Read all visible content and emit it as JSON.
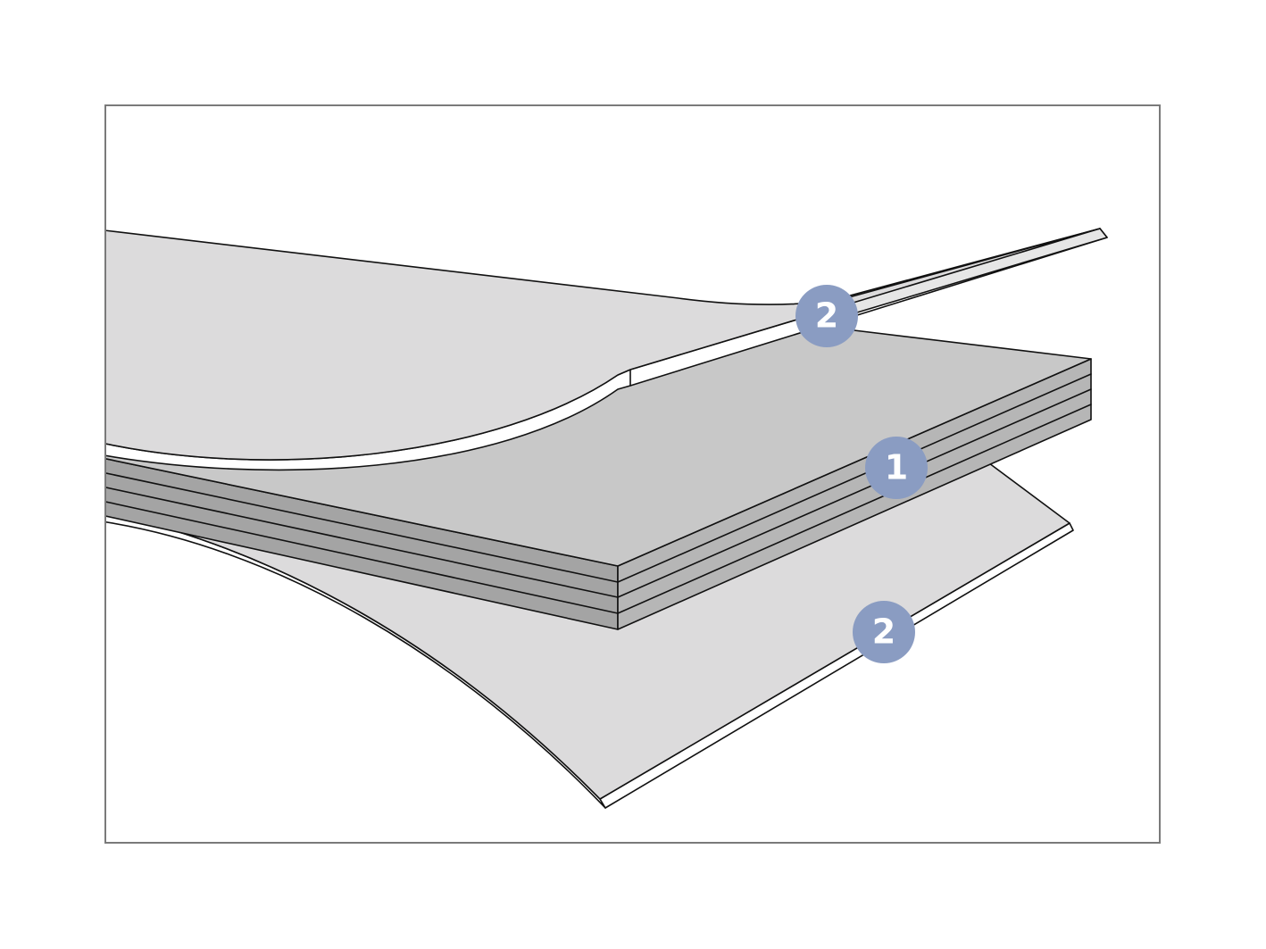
{
  "colors": {
    "sheet_fill": "#dcdbdc",
    "core_top": "#c8c8c8",
    "core_front": "#a4a4a4",
    "core_side": "#b6b6b6",
    "edge_fill": "#ffffff",
    "badge": "#8a9cc2",
    "frame": "#7a7a7a"
  },
  "callouts": {
    "top_sheet": {
      "label": "2",
      "icon": "numbered-callout"
    },
    "core_stack": {
      "label": "1",
      "icon": "numbered-callout"
    },
    "bottom_sheet": {
      "label": "2",
      "icon": "numbered-callout"
    }
  }
}
